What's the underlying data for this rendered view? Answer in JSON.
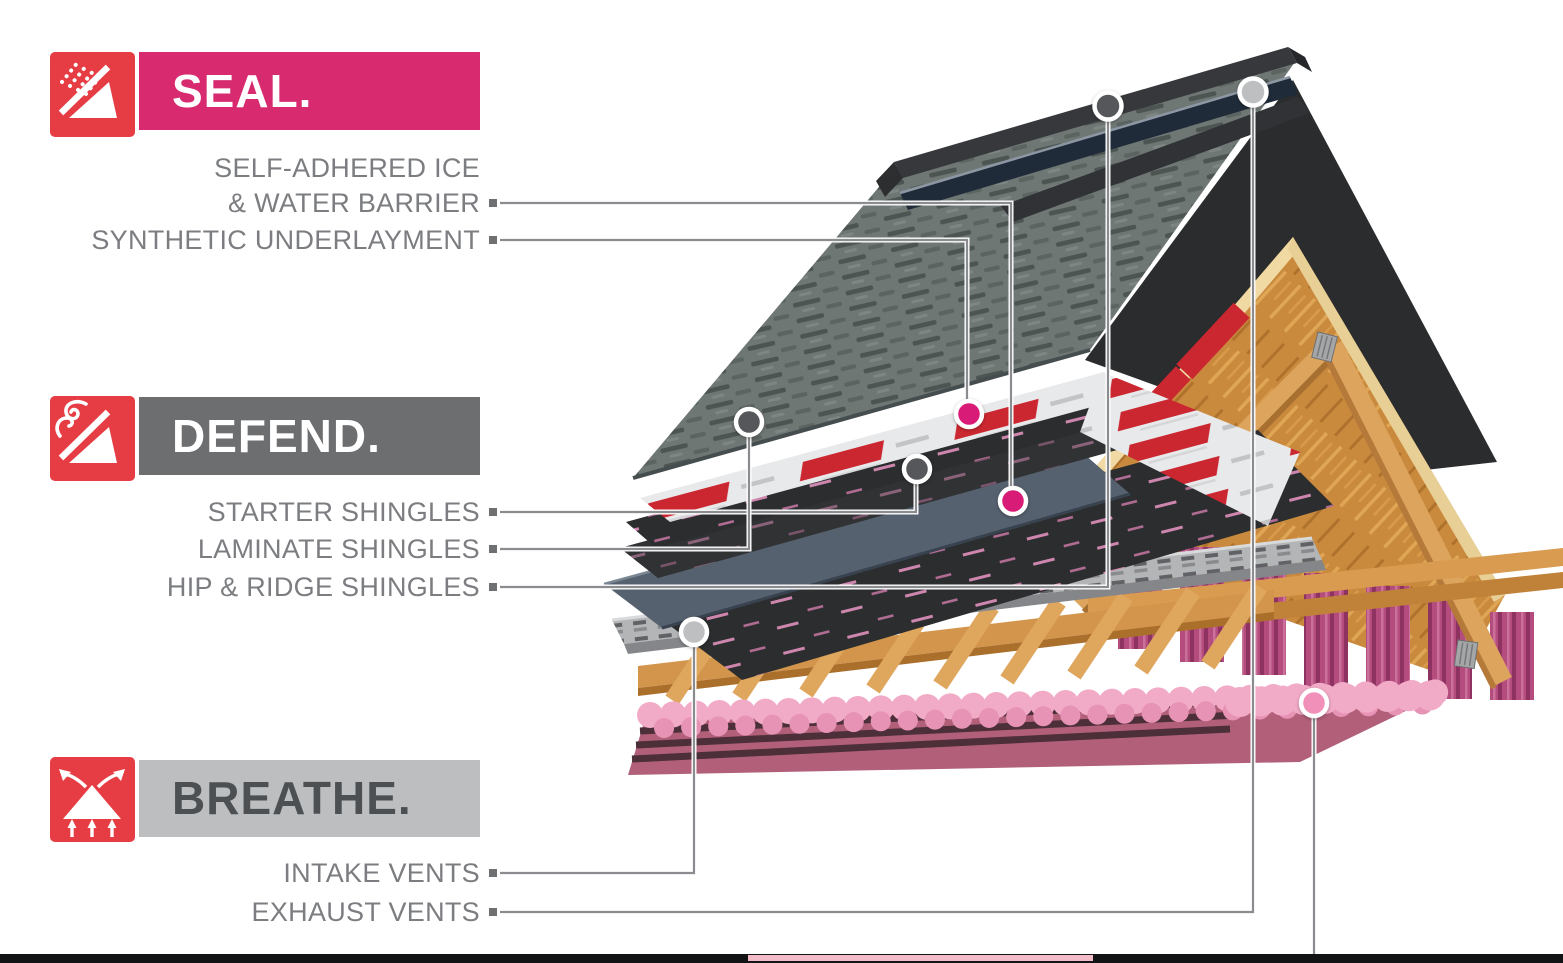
{
  "page": {
    "background": "#ffffff",
    "kind": "roofing-system-infographic"
  },
  "colors": {
    "seal_banner": "#d72a6f",
    "defend_banner": "#6d6e70",
    "breathe_banner": "#bcbec0",
    "icon_red": "#e63c43",
    "label_text": "#7b7d80",
    "line_gray": "#8a8c8f",
    "magenta": "#d81b77",
    "dark": "#55575a",
    "silver": "#bdbfc1",
    "blush": "#f190b8",
    "bottom_bar": "#121314",
    "bottom_accent": "#f3bac8"
  },
  "sections": {
    "seal": {
      "title": "SEAL.",
      "icon": "rain-on-barrier-icon"
    },
    "defend": {
      "title": "DEFEND.",
      "icon": "wind-on-roof-icon"
    },
    "breathe": {
      "title": "BREATHE.",
      "icon": "airflow-roof-icon"
    }
  },
  "labels": {
    "ice_water_1": "SELF-ADHERED ICE",
    "ice_water_2": "& WATER BARRIER",
    "underlayment": "SYNTHETIC UNDERLAYMENT",
    "starter": "STARTER SHINGLES",
    "laminate": "LAMINATE SHINGLES",
    "hip_ridge": "HIP & RIDGE SHINGLES",
    "intake": "INTAKE VENTS",
    "exhaust": "EXHAUST VENTS"
  },
  "callouts": {
    "ice_water": {
      "marker": "magenta",
      "target": "ice-and-water-barrier-layer"
    },
    "underlayment": {
      "marker": "magenta",
      "target": "synthetic-underlayment-layer"
    },
    "starter": {
      "marker": "dark",
      "target": "starter-shingles-layer"
    },
    "laminate": {
      "marker": "dark",
      "target": "laminate-shingles-layer"
    },
    "hip_ridge": {
      "marker": "dark",
      "target": "hip-and-ridge-shingles-strip"
    },
    "intake": {
      "marker": "silver",
      "target": "intake-vent-strip"
    },
    "exhaust": {
      "marker": "silver",
      "target": "exhaust-ridge-vent"
    },
    "insulation": {
      "marker": "blush",
      "target": "attic-insulation"
    }
  }
}
